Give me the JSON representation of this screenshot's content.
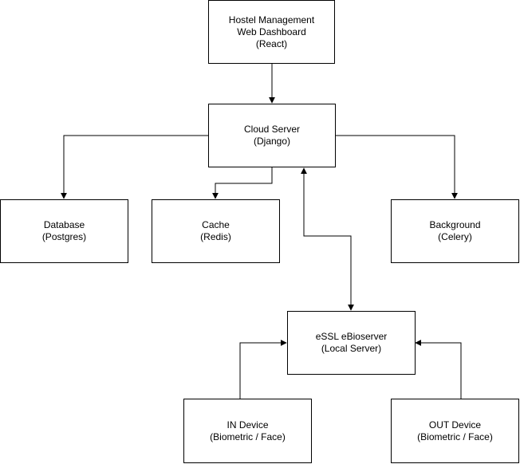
{
  "nodes": {
    "dashboard": {
      "lines": [
        "Hostel Management",
        "Web Dashboard",
        "(React)"
      ]
    },
    "cloud_server": {
      "lines": [
        "Cloud Server",
        "(Django)"
      ]
    },
    "database": {
      "lines": [
        "Database",
        "(Postgres)"
      ]
    },
    "cache": {
      "lines": [
        "Cache",
        "(Redis)"
      ]
    },
    "background": {
      "lines": [
        "Background",
        "(Celery)"
      ]
    },
    "essl": {
      "lines": [
        "eSSL eBioserver",
        "(Local Server)"
      ]
    },
    "in_device": {
      "lines": [
        "IN Device",
        "(Biometric / Face)"
      ]
    },
    "out_device": {
      "lines": [
        "OUT Device",
        "(Biometric / Face)"
      ]
    }
  },
  "edges": [
    {
      "from": "dashboard",
      "to": "cloud_server",
      "direction": "forward"
    },
    {
      "from": "cloud_server",
      "to": "database",
      "direction": "forward"
    },
    {
      "from": "cloud_server",
      "to": "cache",
      "direction": "forward"
    },
    {
      "from": "cloud_server",
      "to": "background",
      "direction": "forward"
    },
    {
      "from": "cloud_server",
      "to": "essl",
      "direction": "both"
    },
    {
      "from": "in_device",
      "to": "essl",
      "direction": "forward"
    },
    {
      "from": "out_device",
      "to": "essl",
      "direction": "forward"
    }
  ],
  "colors": {
    "stroke": "#000000",
    "fill": "#ffffff",
    "text": "#000000"
  }
}
